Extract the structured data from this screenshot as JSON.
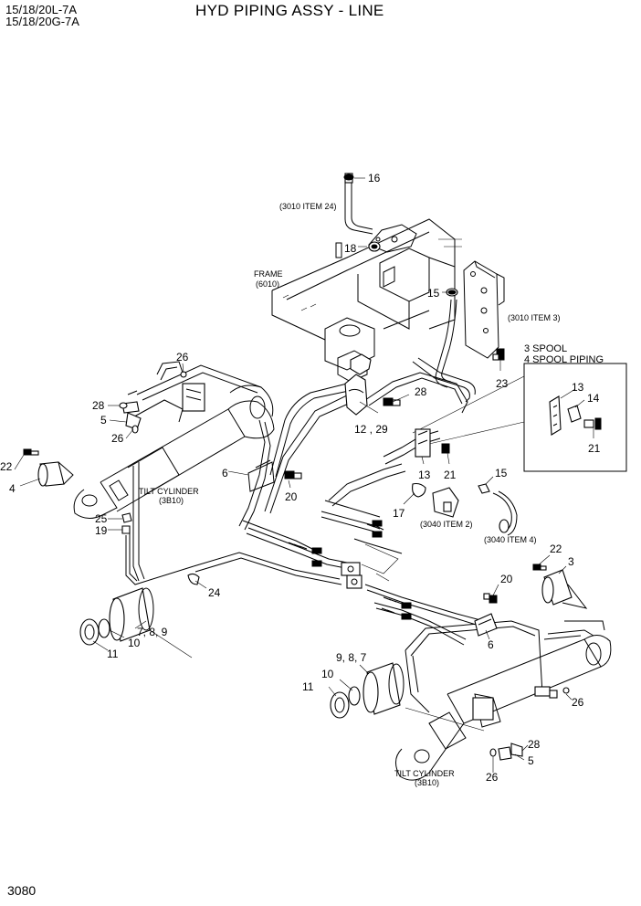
{
  "header": {
    "model_line_1": "15/18/20L-7A",
    "model_line_2": "15/18/20G-7A",
    "title": "HYD PIPING ASSY - LINE"
  },
  "page_number": "3080",
  "callouts": {
    "c16": "16",
    "c18": "18",
    "c15a": "15",
    "c15b": "15",
    "c26a": "26",
    "c28a": "28",
    "c5a": "5",
    "c26b": "26",
    "c22a": "22",
    "c4": "4",
    "c6a": "6",
    "c20a": "20",
    "c12_29": "12 , 29",
    "c28b": "28",
    "c13a": "13",
    "c14": "14",
    "c21a": "21",
    "c13b": "13",
    "c21b": "21",
    "c23": "23",
    "c17": "17",
    "c25": "25",
    "c19": "19",
    "c24": "24",
    "c789a": "7, 8, 9",
    "c10a": "10",
    "c11a": "11",
    "c22b": "22",
    "c3": "3",
    "c20b": "20",
    "c6b": "6",
    "c987": "9, 8, 7",
    "c10b": "10",
    "c11b": "11",
    "c26c": "26",
    "c28c": "28",
    "c5b": "5",
    "c26d": "26"
  },
  "references": {
    "item24": "(3010 ITEM 24)",
    "frame": "FRAME",
    "frame_code": "(6010)",
    "item3": "(3010 ITEM 3)",
    "spool3": "3 SPOOL",
    "spool4": "4 SPOOL PIPING",
    "tilt_left": "TILT CYLINDER",
    "tilt_left_code": "(3B10)",
    "tilt_right": "TILT CYLINDER",
    "tilt_right_code": "(3B10)",
    "item2": "(3040 ITEM 2)",
    "item4": "(3040 ITEM 4)"
  }
}
